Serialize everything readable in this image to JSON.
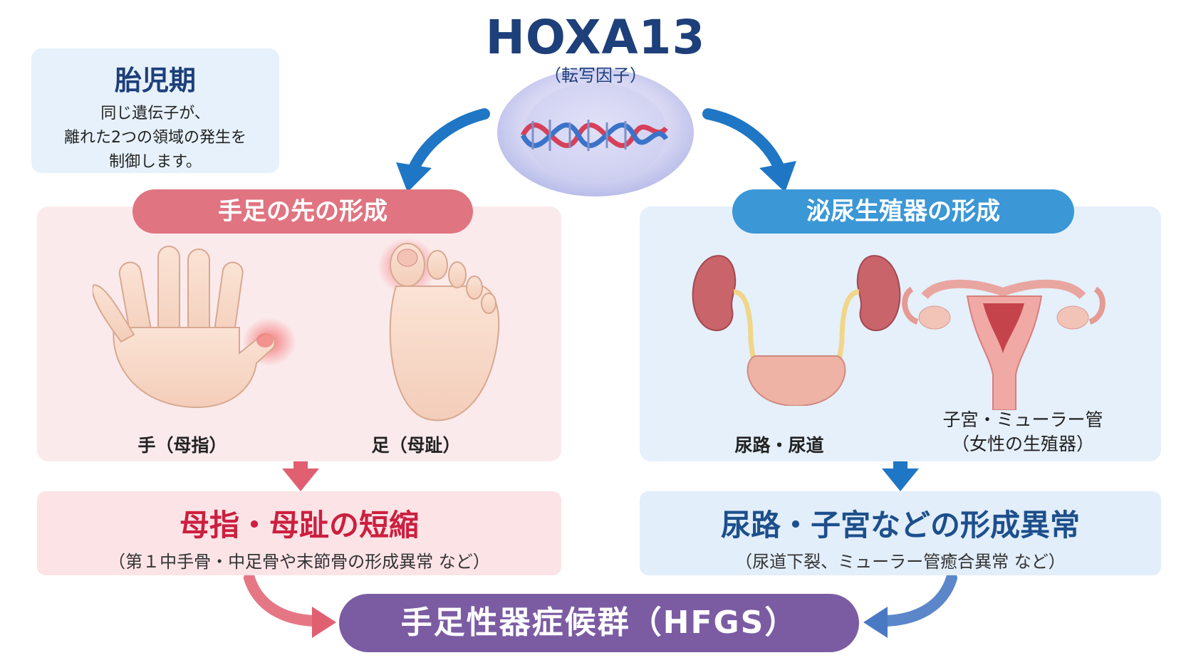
{
  "header": {
    "title": "HOXA13",
    "subtitle": "（転写因子）"
  },
  "info": {
    "title": "胎児期",
    "lines": [
      "同じ遺伝子が、",
      "離れた2つの領域の発生を",
      "制御します。"
    ]
  },
  "left": {
    "pill": "手足の先の形成",
    "hand_label": "手（母指）",
    "foot_label": "足（母趾）",
    "result_title": "母指・母趾の短縮",
    "result_sub": "（第１中手骨・中足骨や末節骨の形成異常 など）"
  },
  "right": {
    "pill": "泌尿生殖器の形成",
    "urinary_label": "尿路・尿道",
    "uterus_label_1": "子宮・ミューラー管",
    "uterus_label_2": "（女性の生殖器）",
    "result_title": "尿路・子宮などの形成異常",
    "result_sub": "（尿道下裂、ミューラー管癒合異常 など）"
  },
  "final": {
    "label": "手足性器症候群（HFGS）"
  },
  "colors": {
    "navy": "#1d3f7a",
    "pink_pill": "#e07480",
    "blue_pill": "#3b97d6",
    "pink_panel": "#fbeaec",
    "blue_panel": "#e5f0fb",
    "result_pink_text": "#cc1f3f",
    "result_blue_text": "#1d4f8c",
    "purple": "#7b5ca3",
    "arrow_pink": "#e05f70",
    "arrow_blue": "#1f76c5"
  },
  "icons": [
    "dna-sphere-icon",
    "hand-icon",
    "foot-icon",
    "kidney-bladder-icon",
    "uterus-icon",
    "arrow-icon"
  ]
}
